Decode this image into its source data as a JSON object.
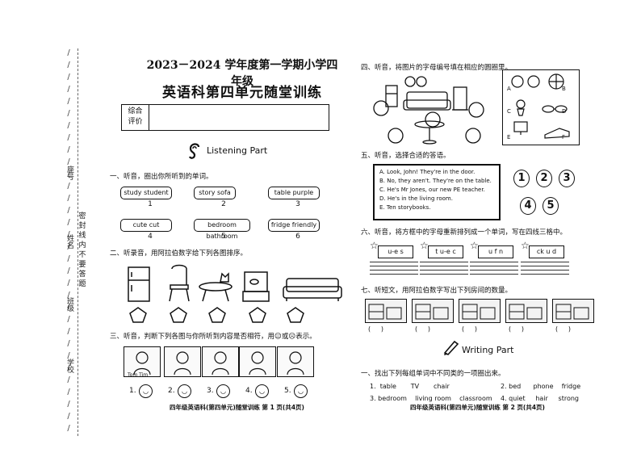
{
  "header": {
    "year_line": "2023－2024 学年度第一学期小学四年级",
    "title": "英语科第四单元随堂训练",
    "eval_label_1": "综合",
    "eval_label_2": "评价"
  },
  "binding_margin": {
    "label_seat": "座号",
    "label_name": "姓名",
    "label_class": "班级",
    "label_school": "学校",
    "warning_chars": [
      "密",
      "封",
      "线",
      "内",
      "不",
      "要",
      "答",
      "题"
    ]
  },
  "listening": {
    "part_title": "Listening Part",
    "q1": {
      "prompt": "一、听音，圈出你所听到的单词。",
      "items": [
        {
          "words": "study  student",
          "num": "1"
        },
        {
          "words": "story   sofa",
          "num": "2"
        },
        {
          "words": "table   purple",
          "num": "3"
        },
        {
          "words": "cute   cut",
          "num": "4"
        },
        {
          "words": "bedroom  bathroom",
          "num": "5"
        },
        {
          "words": "fridge   friendly",
          "num": "6"
        }
      ]
    },
    "q2": {
      "prompt": "二、听录音，用阿拉伯数字给下列各图排序。"
    },
    "q3": {
      "prompt": "三、听音，判断下列各图与你所听到内容是否相符，用☺或☹表示。",
      "pic_caption": "Tom  Tim",
      "nums": [
        "1.",
        "2.",
        "3.",
        "4.",
        "5."
      ]
    }
  },
  "right": {
    "q4": {
      "prompt": "四、听音，将图片的字母编号填在相应的圆圈里。",
      "letters": [
        "A",
        "B",
        "C",
        "D",
        "E",
        "F"
      ]
    },
    "q5": {
      "prompt": "五、听音，选择合适的答语。",
      "options": [
        "A. Look, John! They're in the door.",
        "B. No, they aren't. They're on the table.",
        "C. He's Mr Jones, our new PE teacher.",
        "D. He's in the living room.",
        "E. Ten storybooks."
      ],
      "circle_nums": [
        "1",
        "2",
        "3",
        "4",
        "5"
      ]
    },
    "q6": {
      "prompt": "六、听音，将方框中的字母重新排列成一个单词，写在四线三格中。",
      "boxes": [
        "u-e s",
        "t u-e c",
        "u f n",
        "ck u d"
      ]
    },
    "q7": {
      "prompt": "七、听短文，用阿拉伯数字写出下列房间的数量。",
      "parens": [
        "(     )",
        "(     )",
        "(     )",
        "(     )",
        "(     )"
      ]
    },
    "writing": {
      "part_title": "Writing Part",
      "q1": {
        "prompt": "一、找出下列每组单词中不同类的一项圈出来。",
        "row1_left": "1.  table       TV       chair",
        "row1_right": "2. bed      phone    fridge",
        "row2_left": "3. bedroom    living room    classroom",
        "row2_right": "4. quiet     hair     strong"
      }
    }
  },
  "footer": {
    "left": "四年级英语科(第四单元)随堂训练 第  1  页(共4页)",
    "right": "四年级英语科(第四单元)随堂训练 第  2  页(共4页)"
  }
}
